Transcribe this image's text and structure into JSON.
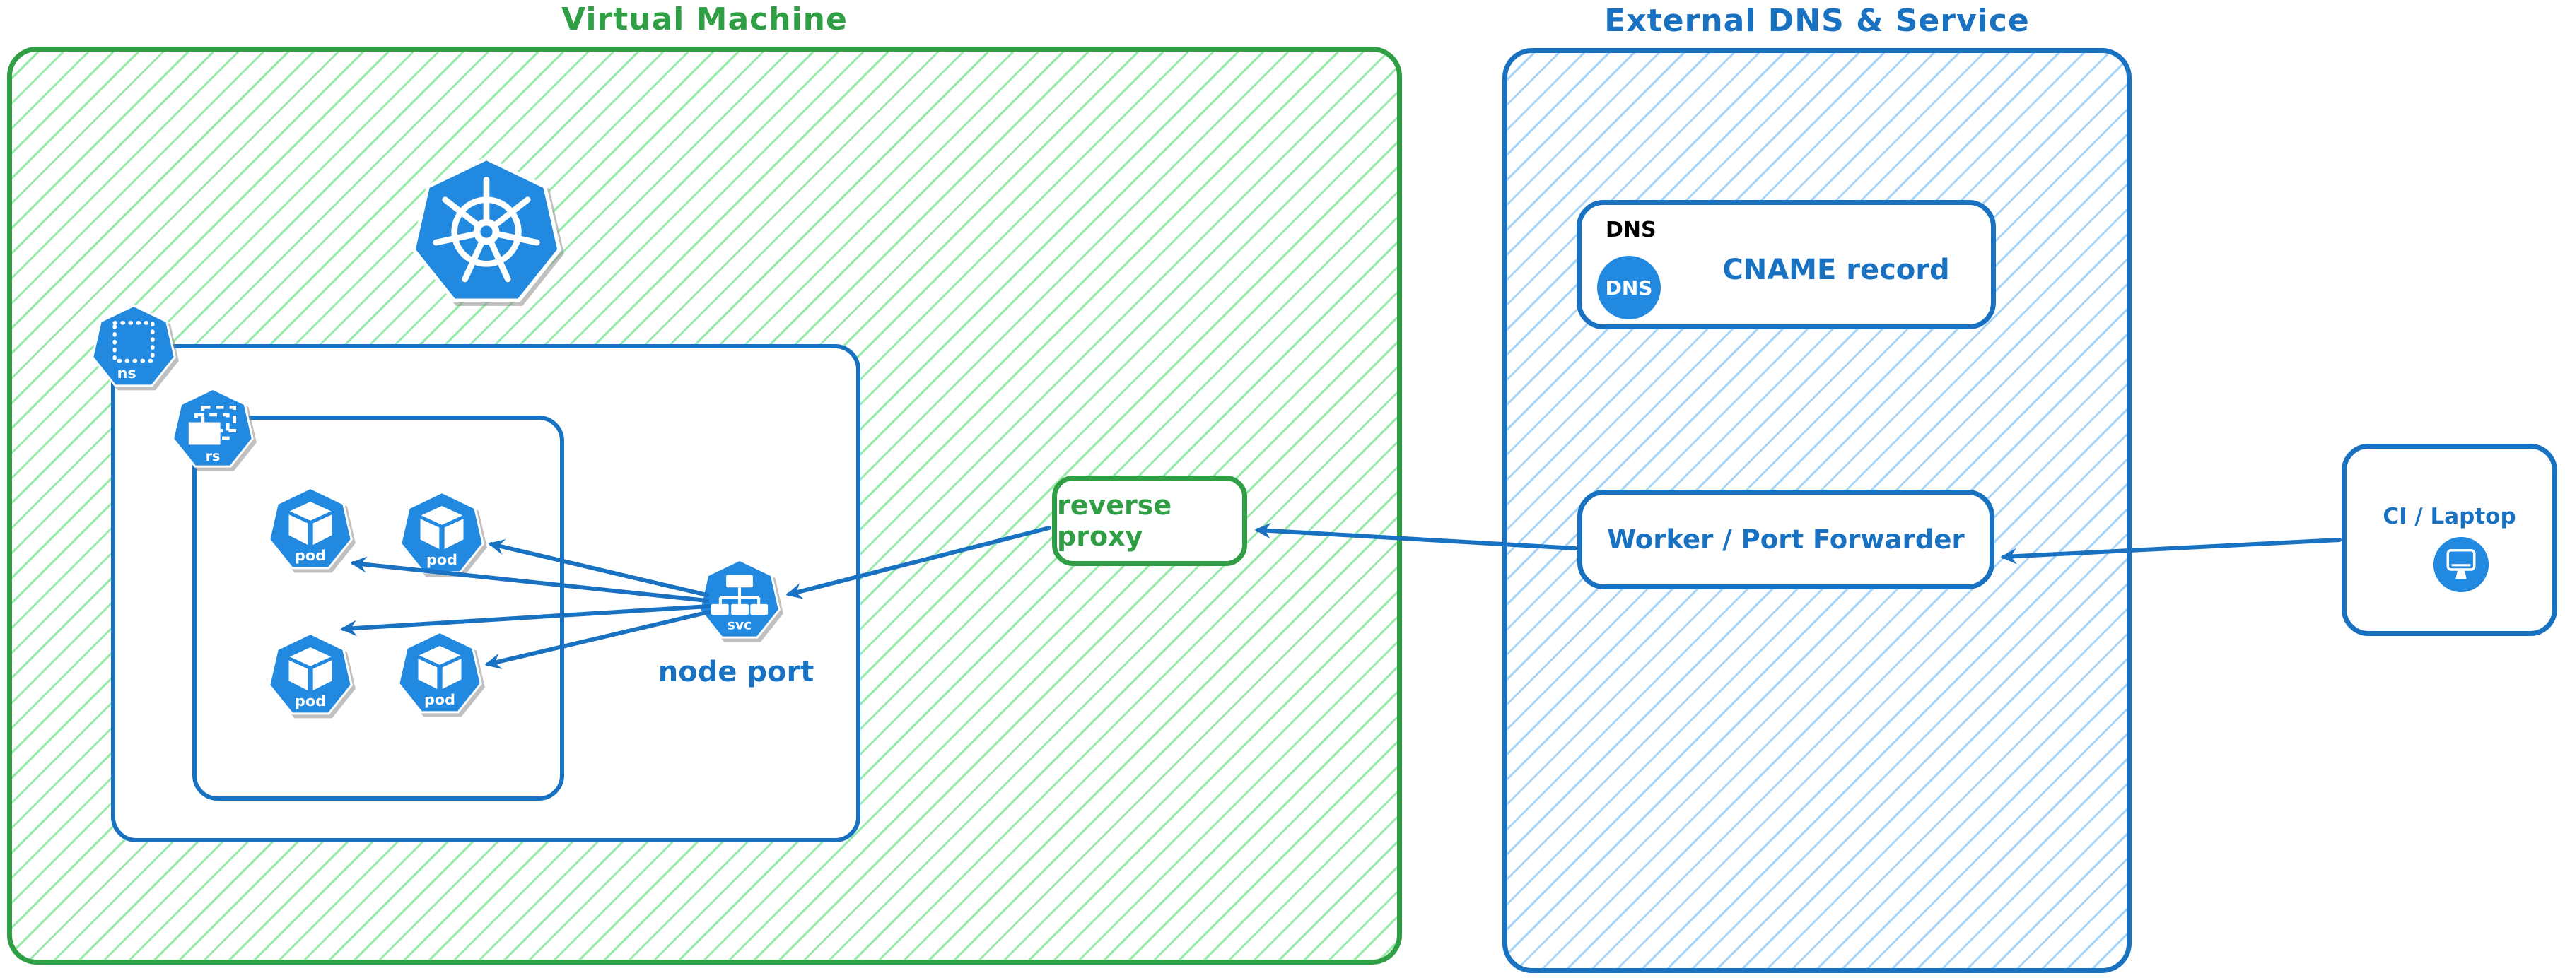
{
  "groups": {
    "vm": {
      "title": "Virtual Machine"
    },
    "external": {
      "title": "External DNS & Service"
    }
  },
  "nodes": {
    "reverse_proxy": {
      "label": "reverse proxy"
    },
    "node_port": {
      "label": "node port"
    },
    "dns_record": {
      "tag": "DNS",
      "icon_text": "DNS",
      "label": "CNAME record"
    },
    "worker": {
      "label": "Worker / Port Forwarder"
    },
    "ci": {
      "label": "CI / Laptop"
    }
  },
  "k8s_icons": {
    "namespace": "ns",
    "replicaset": "rs",
    "pod": "pod",
    "service": "svc"
  },
  "colors": {
    "green_stroke": "#2f9e44",
    "green_hatch": "#84e698",
    "blue_stroke": "#1971c2",
    "blue_hatch": "#96cdf8",
    "icon_blue": "#2189e0"
  }
}
